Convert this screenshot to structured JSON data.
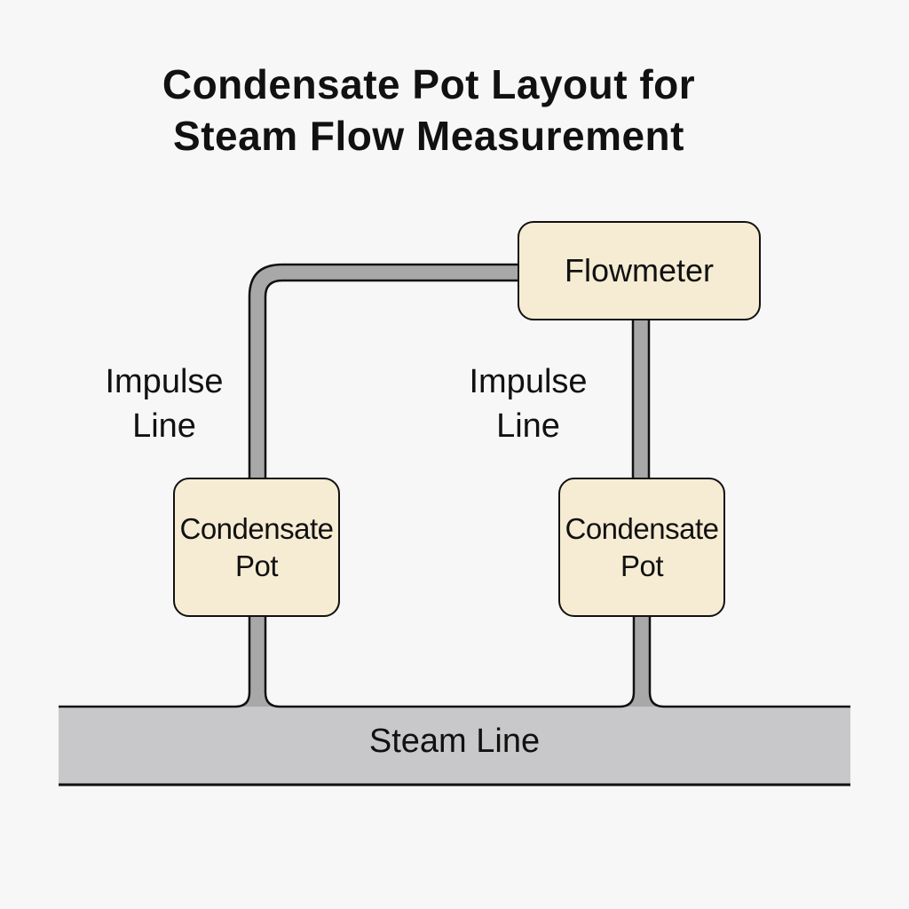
{
  "title": {
    "line1": "Condensate Pot Layout for",
    "line2": "Steam Flow Measurement"
  },
  "components": {
    "flowmeter": "Flowmeter",
    "pot_left": {
      "line1": "Condensate",
      "line2": "Pot"
    },
    "pot_right": {
      "line1": "Condensate",
      "line2": "Pot"
    },
    "impulse_left": {
      "line1": "Impulse",
      "line2": "Line"
    },
    "impulse_right": {
      "line1": "Impulse",
      "line2": "Line"
    },
    "steam_line": "Steam Line"
  },
  "colors": {
    "box_fill": "#f6ecd3",
    "pipe_fill": "#a8a8a8",
    "steam_fill": "#c8c8ca",
    "outline": "#111111",
    "background": "#f7f7f7"
  }
}
